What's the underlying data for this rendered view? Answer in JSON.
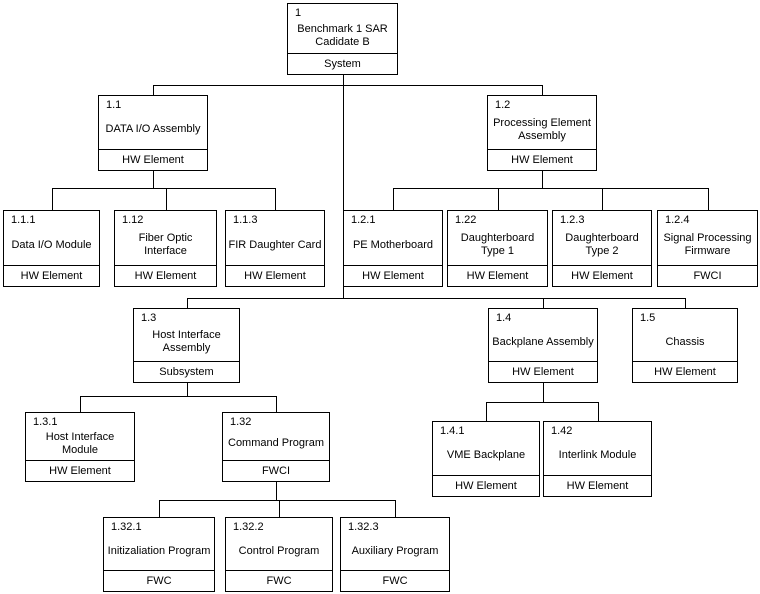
{
  "diagram": {
    "kind": "system-hierarchy-tree",
    "colors": {
      "line": "#000000",
      "box_background": "#ffffff",
      "text": "#000000"
    },
    "category_labels_used": [
      "System",
      "HW Element",
      "Subsystem",
      "FWCI",
      "FWC"
    ],
    "nodes": [
      {
        "id": "1",
        "number": "1",
        "title": "Benchmark 1 SAR\nCadidate B",
        "category": "System"
      },
      {
        "id": "1.1",
        "number": "1.1",
        "title": "DATA I/O Assembly",
        "category": "HW Element"
      },
      {
        "id": "1.2",
        "number": "1.2",
        "title": "Processing Element\nAssembly",
        "category": "HW Element"
      },
      {
        "id": "1.1.1",
        "number": "1.1.1",
        "title": "Data I/O Module",
        "category": "HW Element"
      },
      {
        "id": "1.12",
        "number": "1.12",
        "title": "Fiber Optic Interface",
        "category": "HW Element"
      },
      {
        "id": "1.1.3",
        "number": "1.1.3",
        "title": "FIR Daughter Card",
        "category": "HW Element"
      },
      {
        "id": "1.2.1",
        "number": "1.2.1",
        "title": "PE Motherboard",
        "category": "HW Element"
      },
      {
        "id": "1.22",
        "number": "1.22",
        "title": "Daughterboard\nType 1",
        "category": "HW Element"
      },
      {
        "id": "1.2.3",
        "number": "1.2.3",
        "title": "Daughterboard\nType 2",
        "category": "HW Element"
      },
      {
        "id": "1.2.4",
        "number": "1.2.4",
        "title": "Signal Processing\nFirmware",
        "category": "FWCI"
      },
      {
        "id": "1.3",
        "number": "1.3",
        "title": "Host Interface\nAssembly",
        "category": "Subsystem"
      },
      {
        "id": "1.4",
        "number": "1.4",
        "title": "Backplane Assembly",
        "category": "HW Element"
      },
      {
        "id": "1.5",
        "number": "1.5",
        "title": "Chassis",
        "category": "HW Element"
      },
      {
        "id": "1.3.1",
        "number": "1.3.1",
        "title": "Host Interface\nModule",
        "category": "HW Element"
      },
      {
        "id": "1.32",
        "number": "1.32",
        "title": "Command Program",
        "category": "FWCI"
      },
      {
        "id": "1.4.1",
        "number": "1.4.1",
        "title": "VME Backplane",
        "category": "HW Element"
      },
      {
        "id": "1.42",
        "number": "1.42",
        "title": "Interlink Module",
        "category": "HW Element"
      },
      {
        "id": "1.32.1",
        "number": "1.32.1",
        "title": "Initizaliation Program",
        "category": "FWC"
      },
      {
        "id": "1.32.2",
        "number": "1.32.2",
        "title": "Control Program",
        "category": "FWC"
      },
      {
        "id": "1.32.3",
        "number": "1.32.3",
        "title": "Auxiliary Program",
        "category": "FWC"
      }
    ],
    "edges": [
      {
        "parent": "1",
        "children": [
          "1.1",
          "1.2"
        ]
      },
      {
        "parent": "1",
        "children": [
          "1.3",
          "1.4",
          "1.5"
        ]
      },
      {
        "parent": "1.1",
        "children": [
          "1.1.1",
          "1.12",
          "1.1.3"
        ]
      },
      {
        "parent": "1.2",
        "children": [
          "1.2.1",
          "1.22",
          "1.2.3",
          "1.2.4"
        ]
      },
      {
        "parent": "1.3",
        "children": [
          "1.3.1",
          "1.32"
        ]
      },
      {
        "parent": "1.32",
        "children": [
          "1.32.1",
          "1.32.2",
          "1.32.3"
        ]
      },
      {
        "parent": "1.4",
        "children": [
          "1.4.1",
          "1.42"
        ]
      }
    ]
  }
}
